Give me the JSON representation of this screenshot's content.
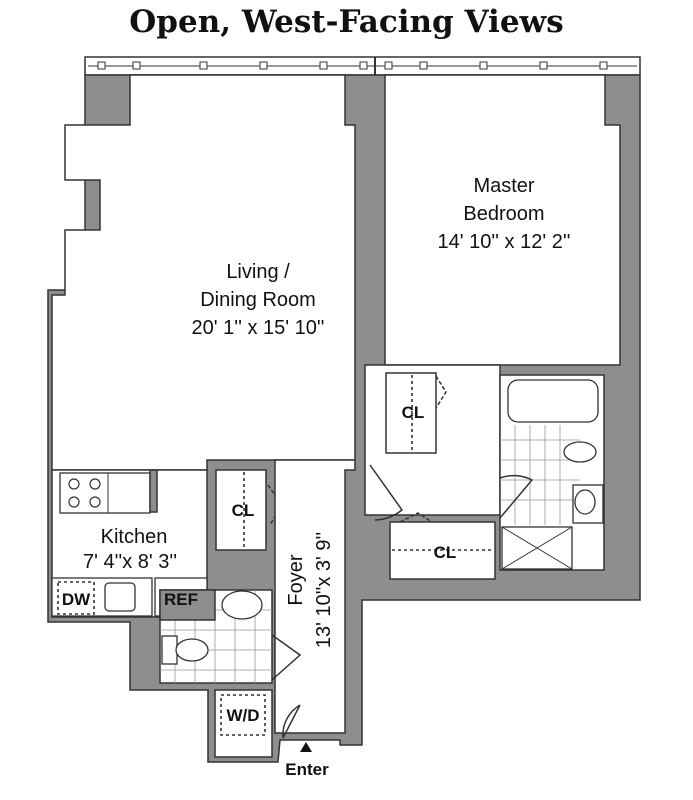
{
  "title": "Open, West-Facing Views",
  "rooms": {
    "master_bedroom": {
      "line1": "Master",
      "line2": "Bedroom",
      "size": "14' 10'' x 12' 2''"
    },
    "living": {
      "line1": "Living /",
      "line2": "Dining Room",
      "size": "20' 1'' x 15' 10''"
    },
    "kitchen": {
      "name": "Kitchen",
      "size": "7' 4''x 8' 3''"
    },
    "foyer": {
      "name": "Foyer",
      "size": "13' 10''x 3' 9''"
    }
  },
  "closets": {
    "bedroom": "CL",
    "foyer": "CL",
    "hall": "CL"
  },
  "appliances": {
    "dishwasher": "DW",
    "refrigerator": "REF",
    "washer_dryer": "W/D"
  },
  "entrance": "Enter",
  "colors": {
    "wall": "#8e8e8e",
    "outline": "#333333"
  }
}
